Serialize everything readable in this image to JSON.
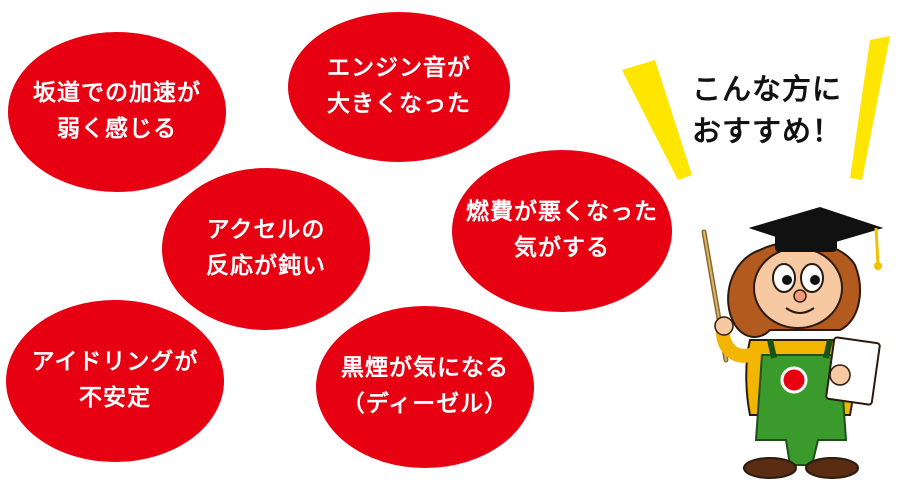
{
  "colors": {
    "bubble": "#e60012",
    "bubble_text": "#ffffff",
    "headline_text": "#111111",
    "rays": "#ffe600"
  },
  "bubbles": [
    {
      "line1": "坂道での加速が",
      "line2": "弱く感じる"
    },
    {
      "line1": "エンジン音が",
      "line2": "大きくなった"
    },
    {
      "line1": "アクセルの",
      "line2": "反応が鈍い"
    },
    {
      "line1": "燃費が悪くなった",
      "line2": "気がする"
    },
    {
      "line1": "アイドリングが",
      "line2": "不安定"
    },
    {
      "line1": "黒煙が気になる",
      "line2": "（ディーゼル）"
    }
  ],
  "headline": {
    "line1": "こんな方に",
    "line2": "おすすめ！"
  },
  "character": {
    "icon": "professor-mascot-icon"
  }
}
